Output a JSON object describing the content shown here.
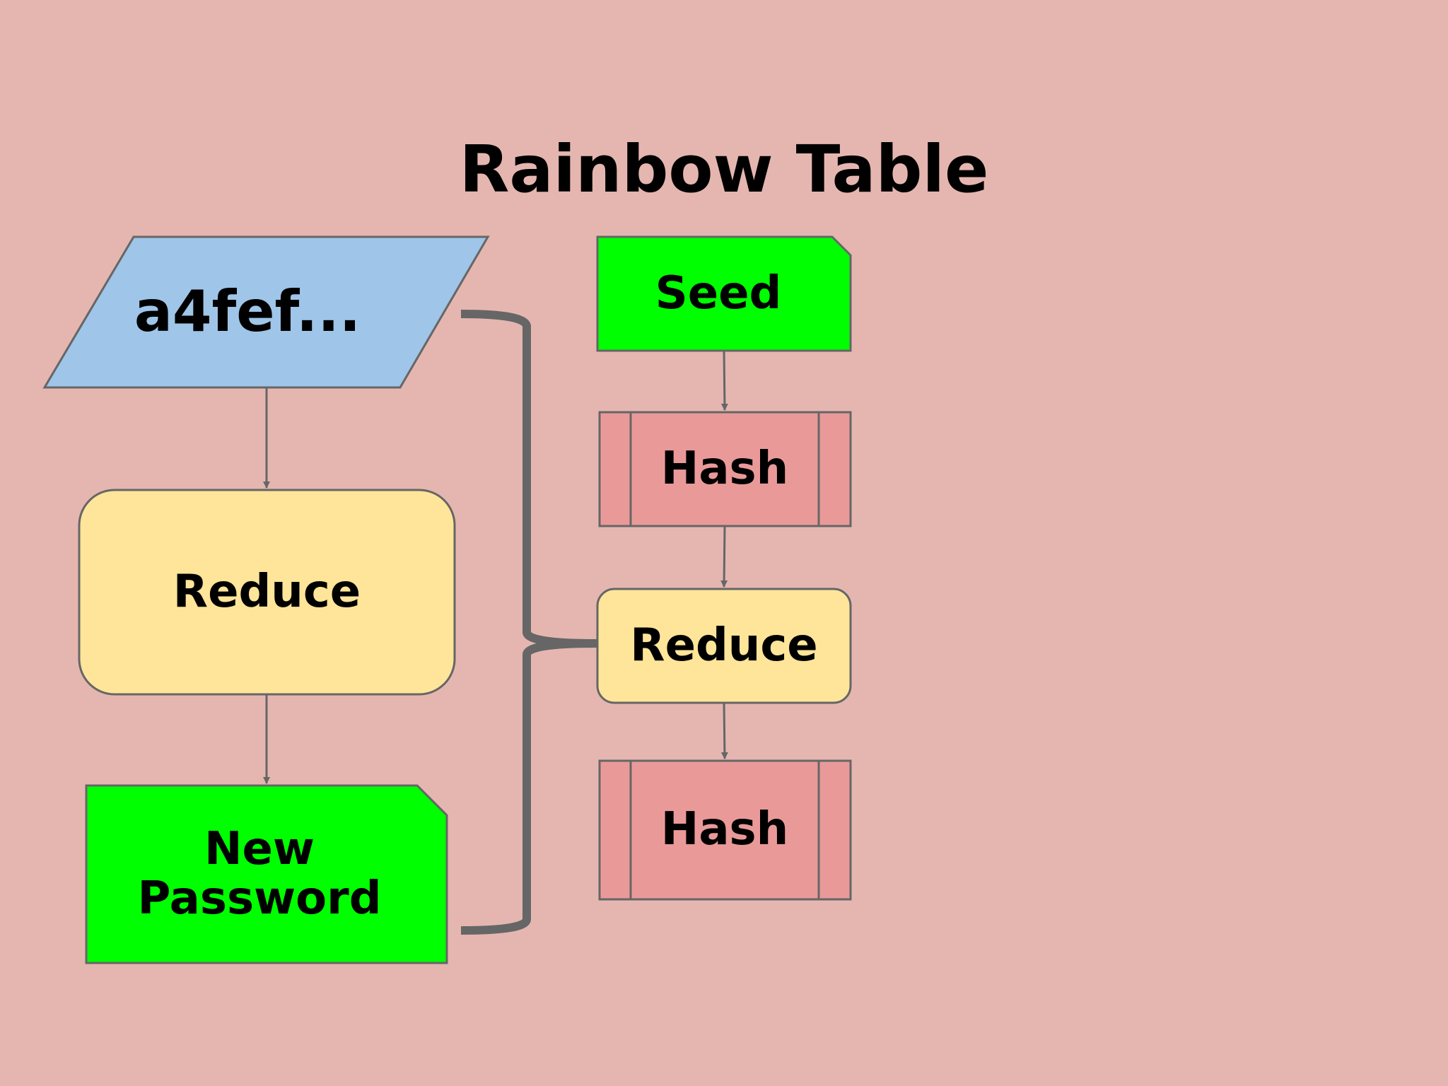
{
  "title": "Rainbow Table",
  "colors": {
    "background": "#e5b6b0",
    "input_fill": "#9fc5e8",
    "reduce_fill": "#ffe599",
    "output_fill": "#00ff00",
    "hash_fill": "#ea9999",
    "stroke": "#666666"
  },
  "nodes": {
    "input_hash": {
      "label": "a4fef...",
      "shape": "parallelogram"
    },
    "reduce_left": {
      "label": "Reduce",
      "shape": "rounded-rectangle"
    },
    "new_password": {
      "label": "New\nPassword",
      "shape": "document-corner"
    },
    "seed": {
      "label": "Seed",
      "shape": "document-corner"
    },
    "hash_1": {
      "label": "Hash",
      "shape": "predefined-process"
    },
    "reduce_right": {
      "label": "Reduce",
      "shape": "rounded-rectangle"
    },
    "hash_2": {
      "label": "Hash",
      "shape": "predefined-process"
    }
  },
  "edges": [
    {
      "from": "input_hash",
      "to": "reduce_left"
    },
    {
      "from": "reduce_left",
      "to": "new_password"
    },
    {
      "from": "seed",
      "to": "hash_1"
    },
    {
      "from": "hash_1",
      "to": "reduce_right"
    },
    {
      "from": "reduce_right",
      "to": "hash_2"
    }
  ],
  "brace": {
    "groups": [
      "input_hash",
      "reduce_left",
      "new_password"
    ],
    "points_to": "reduce_right"
  }
}
